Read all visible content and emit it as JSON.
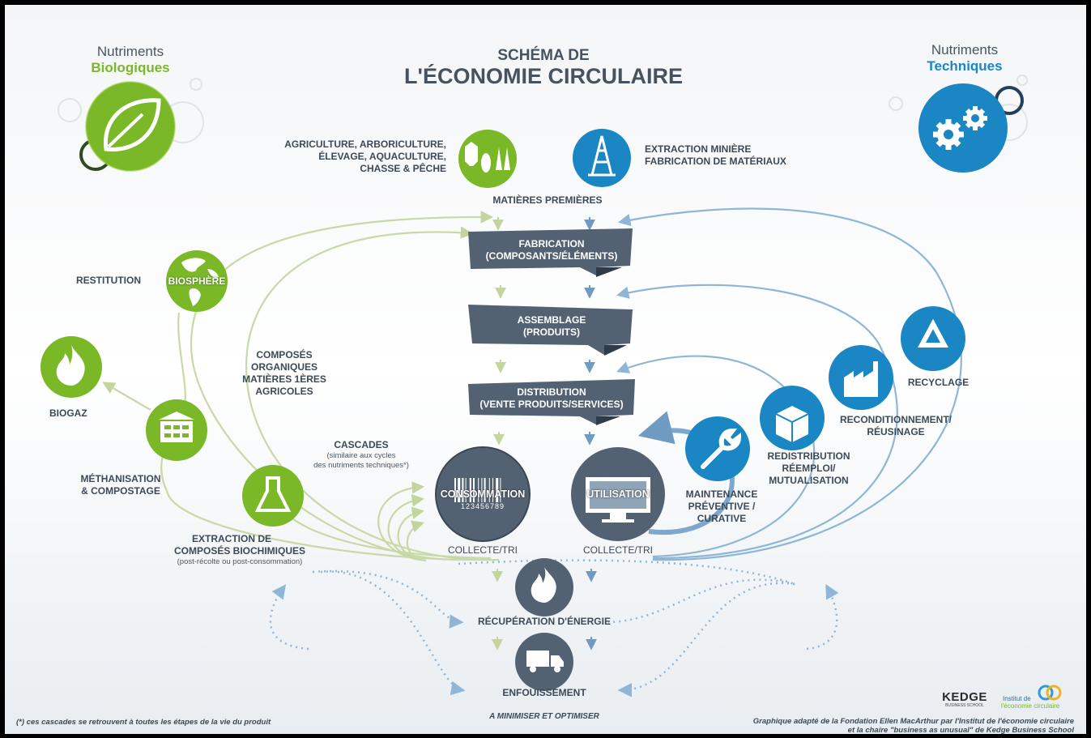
{
  "header": {
    "title_line1": "SCHÉMA DE",
    "title_line2": "L'ÉCONOMIE CIRCULAIRE",
    "left_cycle": {
      "line1": "Nutriments",
      "line2": "Biologiques",
      "icon": "leaf-icon",
      "color": "#7ab828"
    },
    "right_cycle": {
      "line1": "Nutriments",
      "line2": "Techniques",
      "icon": "gears-icon",
      "color": "#1a86c3"
    }
  },
  "sources": {
    "bio_text": [
      "AGRICULTURE, ARBORICULTURE,",
      "ÉLEVAGE, AQUACULTURE,",
      "CHASSE & PÊCHE"
    ],
    "bio_icon": "livestock-crops-icon",
    "tech_text": [
      "EXTRACTION MINIÈRE",
      "FABRICATION DE MATÉRIAUX"
    ],
    "tech_icon": "drilling-rig-icon",
    "raw_materials": "MATIÈRES PREMIÈRES"
  },
  "stages": {
    "fabrication": [
      "FABRICATION",
      "(COMPOSANTS/ÉLÉMENTS)"
    ],
    "assemblage": [
      "ASSEMBLAGE",
      "(PRODUITS)"
    ],
    "distribution": [
      "DISTRIBUTION",
      "(VENTE PRODUITS/SERVICES)"
    ]
  },
  "center": {
    "consommation": "CONSOMMATION",
    "barcode_digits": "123456789",
    "utilisation": "UTILISATION",
    "collecte_left": "COLLECTE/TRI",
    "collecte_right": "COLLECTE/TRI",
    "energy": "RÉCUPÉRATION D'ÉNERGIE",
    "landfill": "ENFOUISSEMENT",
    "minimize": "A MINIMISER ET OPTIMISER"
  },
  "bio_loop": {
    "restitution": "RESTITUTION",
    "biosphere": "BIOSPHÈRE",
    "composes": [
      "COMPOSÉS",
      "ORGANIQUES",
      "MATIÈRES 1ÈRES",
      "AGRICOLES"
    ],
    "biogaz": "BIOGAZ",
    "methanisation": [
      "MÉTHANISATION",
      "& COMPOSTAGE"
    ],
    "cascades_title": "CASCADES",
    "cascades_note": [
      "(similaire aux cycles",
      "des nutriments techniques*)"
    ],
    "extraction": [
      "EXTRACTION DE",
      "COMPOSÉS BIOCHIMIQUES"
    ],
    "extraction_note": "(post-récolte ou post-consommation)"
  },
  "tech_loop": {
    "maintenance": [
      "MAINTENANCE",
      "PRÉVENTIVE /",
      "CURATIVE"
    ],
    "redistribution": [
      "REDISTRIBUTION",
      "RÉEMPLOI/",
      "MUTUALISATION"
    ],
    "reconditionnement": [
      "RECONDITIONNEMENT/",
      "RÉUSINAGE"
    ],
    "recyclage": "RECYCLAGE"
  },
  "footer": {
    "footnote": "(*) ces cascades se retrouvent à toutes les étapes de la vie du produit",
    "credit_line1": "Graphique adapté de la Fondation Ellen MacArthur par l'Institut de l'économie circulaire",
    "credit_line2": "et la chaire \"business as unusual\" de Kedge Business School",
    "logo_kedge": "KEDGE",
    "logo_kedge_sub": "BUSINESS SCHOOL",
    "logo_institut_line1": "Institut de",
    "logo_institut_line2": "l'économie circulaire"
  },
  "colors": {
    "green": "#7ab828",
    "blue": "#1a86c3",
    "slate": "#4f5f6e",
    "light_green_line": "#c8d9a6",
    "light_blue_line": "#8fb6d6"
  }
}
